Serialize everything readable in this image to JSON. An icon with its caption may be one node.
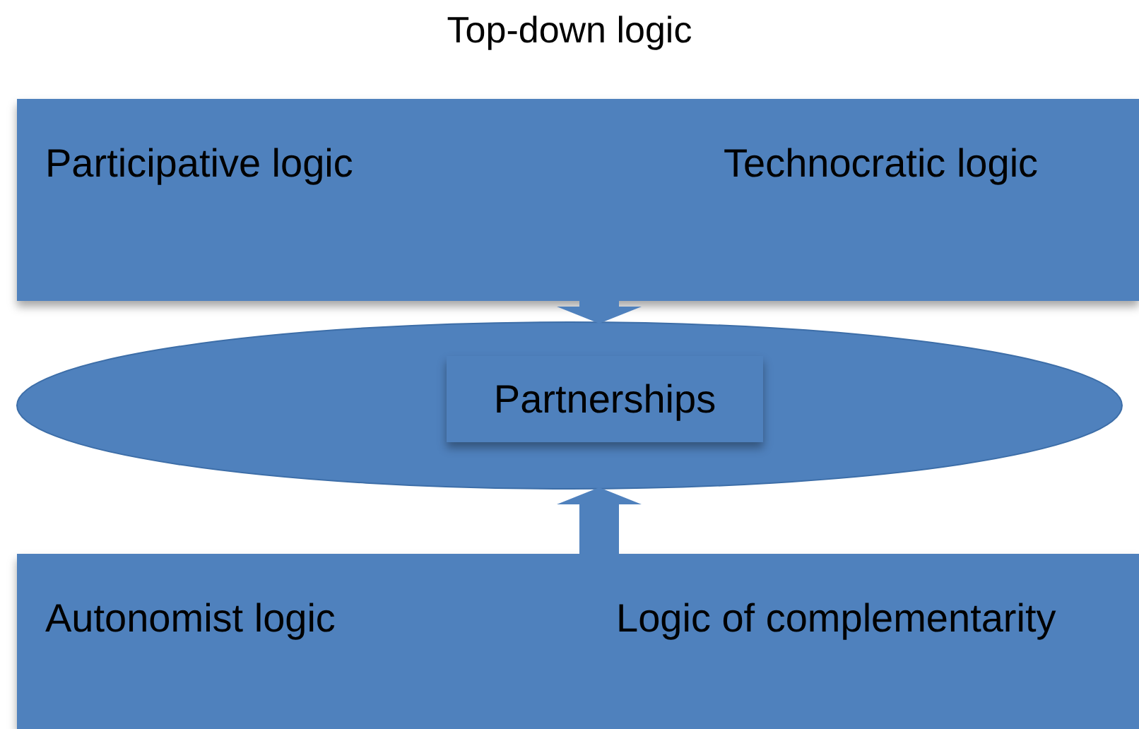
{
  "diagram": {
    "title": "Top-down logic",
    "nodes": [
      {
        "text": [
          "Participative logic",
          "Technocratic logic"
        ]
      },
      {
        "text": [],
        "shape": "ellipse"
      },
      {
        "text": [
          "Partnerships"
        ],
        "in": 1
      },
      {
        "text": [
          "Autonomist logic",
          "Logic of complementarity"
        ]
      }
    ],
    "edges": [
      {
        "from": 0,
        "to": 1,
        "arrow": "to"
      },
      {
        "from": 3,
        "to": 1,
        "arrow": "to"
      }
    ]
  }
}
